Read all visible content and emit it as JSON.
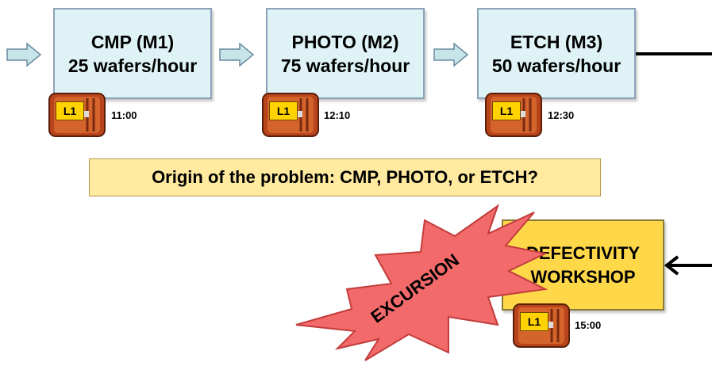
{
  "machines": [
    {
      "name": "CMP (M1)",
      "rate": "25 wafers/hour",
      "time": "11:00",
      "lot": "L1"
    },
    {
      "name": "PHOTO (M2)",
      "rate": "75 wafers/hour",
      "time": "12:10",
      "lot": "L1"
    },
    {
      "name": "ETCH (M3)",
      "rate": "50 wafers/hour",
      "time": "12:30",
      "lot": "L1"
    }
  ],
  "question": "Origin of the problem: CMP, PHOTO, or ETCH?",
  "workshop": {
    "line1": "DEFECTIVITY",
    "line2": "WORKSHOP",
    "time": "15:00",
    "lot": "L1"
  },
  "excursion": "EXCURSION",
  "colors": {
    "machine_fill": "#dff3f6",
    "question_fill": "#ffeaa0",
    "workshop_fill": "#ffd84a",
    "excursion_fill": "#f26a6a",
    "arrow_fill": "#c5e5e8",
    "lot_label": "#ffd200"
  },
  "icons": [
    "wafer-carrier-icon",
    "block-arrow-right-icon",
    "arrow-left-icon",
    "explosion-burst-icon"
  ]
}
